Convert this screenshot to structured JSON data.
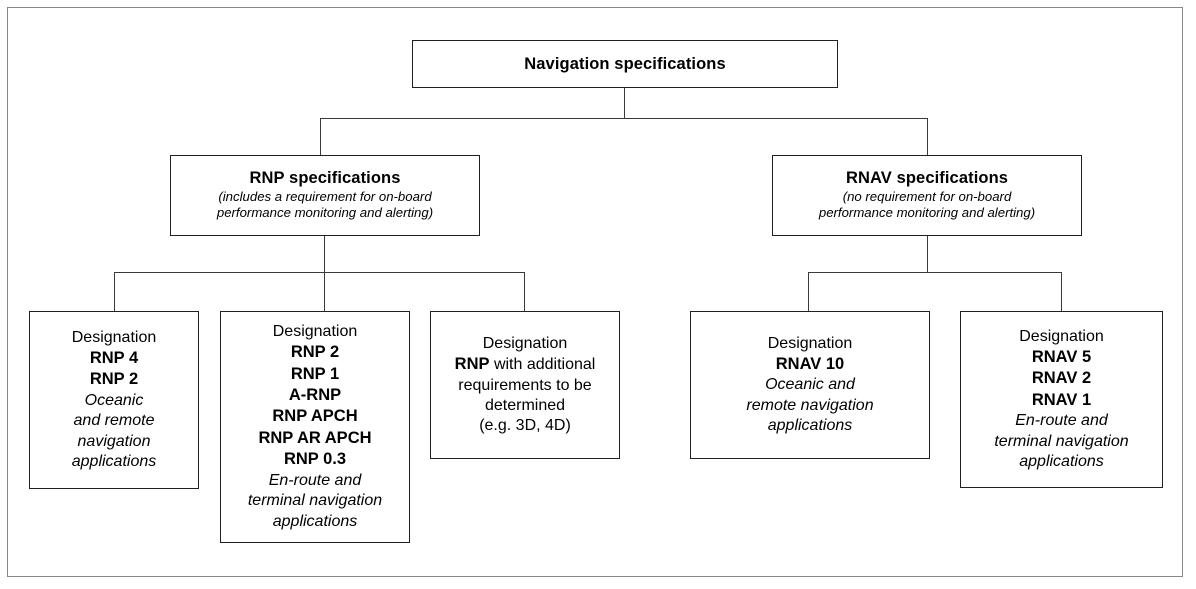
{
  "diagram": {
    "type": "tree",
    "title": "Navigation specifications",
    "root": {
      "label": "Navigation specifications"
    },
    "branches": [
      {
        "id": "rnp",
        "title": "RNP specifications",
        "subtitle_line1": "(includes a requirement for on-board",
        "subtitle_line2": "performance monitoring and alerting)",
        "children": [
          {
            "id": "rnp-oceanic",
            "heading": "Designation",
            "designations": [
              "RNP 4",
              "RNP 2"
            ],
            "application_lines": [
              "Oceanic",
              "and remote",
              "navigation",
              "applications"
            ]
          },
          {
            "id": "rnp-enroute",
            "heading": "Designation",
            "designations": [
              "RNP 2",
              "RNP 1",
              "A-RNP",
              "RNP APCH",
              "RNP AR APCH",
              "RNP 0.3"
            ],
            "application_lines": [
              "En-route and",
              "terminal navigation",
              "applications"
            ]
          },
          {
            "id": "rnp-additional",
            "heading": "Designation",
            "bold_prefix": "RNP",
            "text_line1": " with additional",
            "text_line2": "requirements to be",
            "text_line3": "determined",
            "text_line4": "(e.g. 3D, 4D)"
          }
        ]
      },
      {
        "id": "rnav",
        "title": "RNAV specifications",
        "subtitle_line1": "(no requirement for on-board",
        "subtitle_line2": "performance monitoring and alerting)",
        "children": [
          {
            "id": "rnav-oceanic",
            "heading": "Designation",
            "designations": [
              "RNAV 10"
            ],
            "application_lines": [
              "Oceanic and",
              "remote navigation",
              "applications"
            ]
          },
          {
            "id": "rnav-enroute",
            "heading": "Designation",
            "designations": [
              "RNAV 5",
              "RNAV 2",
              "RNAV 1"
            ],
            "application_lines": [
              "En-route and",
              "terminal navigation",
              "applications"
            ]
          }
        ]
      }
    ],
    "colors": {
      "box_border": "#231f20",
      "connector": "#3a3a3a",
      "frame": "#888888",
      "background": "#ffffff",
      "text": "#000000"
    }
  }
}
